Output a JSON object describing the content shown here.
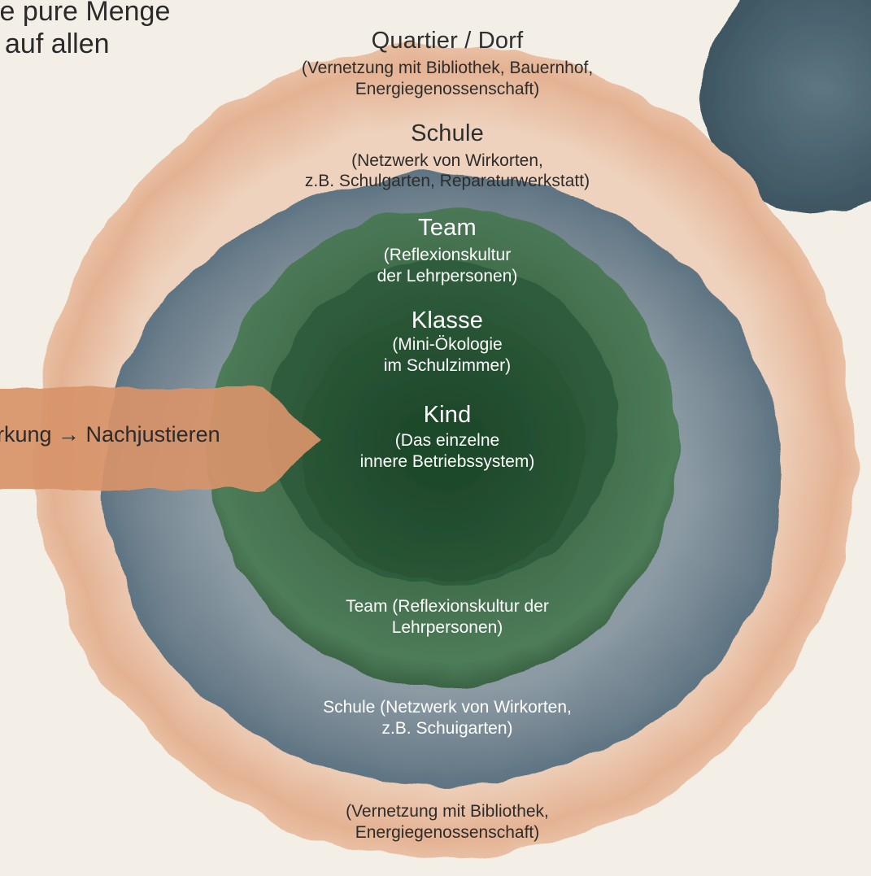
{
  "top_left_text": {
    "line1": "ie pure Menge",
    "line2": "auf allen"
  },
  "arrow": {
    "label": "irkung → Nachjustieren",
    "color": "#d9966d"
  },
  "rings": {
    "quartier": {
      "title": "Quartier / Dorf",
      "sub_line1": "(Vernetzung mit Bibliothek, Bauernhof,",
      "sub_line2": "Energiegenossenschaft)",
      "bottom_line1": "(Vernetzung mit Bibliothek,",
      "bottom_line2": "Energiegenossenschaft)",
      "color": "#ecc7ac"
    },
    "schule": {
      "title": "Schule",
      "sub_line1": "(Netzwerk von Wirkorten,",
      "sub_line2": "z.B. Schulgarten, Reparaturwerkstatt)",
      "bottom_line1": "Schule (Netzwerk von Wirkorten,",
      "bottom_line2": "z.B. Schuigarten)",
      "color": "#7a8a95"
    },
    "team": {
      "title": "Team",
      "sub_line1": "(Reflexionskultur",
      "sub_line2": "der Lehrpersonen)",
      "bottom_line1": "Team (Reflexionskultur der",
      "bottom_line2": "Lehrpersonen)",
      "color": "#4f7a58"
    },
    "klasse": {
      "title": "Klasse",
      "sub_line1": "(Mini-Ökologie",
      "sub_line2": "im Schulzimmer)",
      "color": "#2f5a3c"
    },
    "kind": {
      "title": "Kind",
      "sub_line1": "(Das einzelne",
      "sub_line2": "innere Betriebssystem)",
      "color": "#244a31"
    }
  },
  "colors": {
    "background": "#f4efe6",
    "corner_blob": "#4a6470"
  }
}
